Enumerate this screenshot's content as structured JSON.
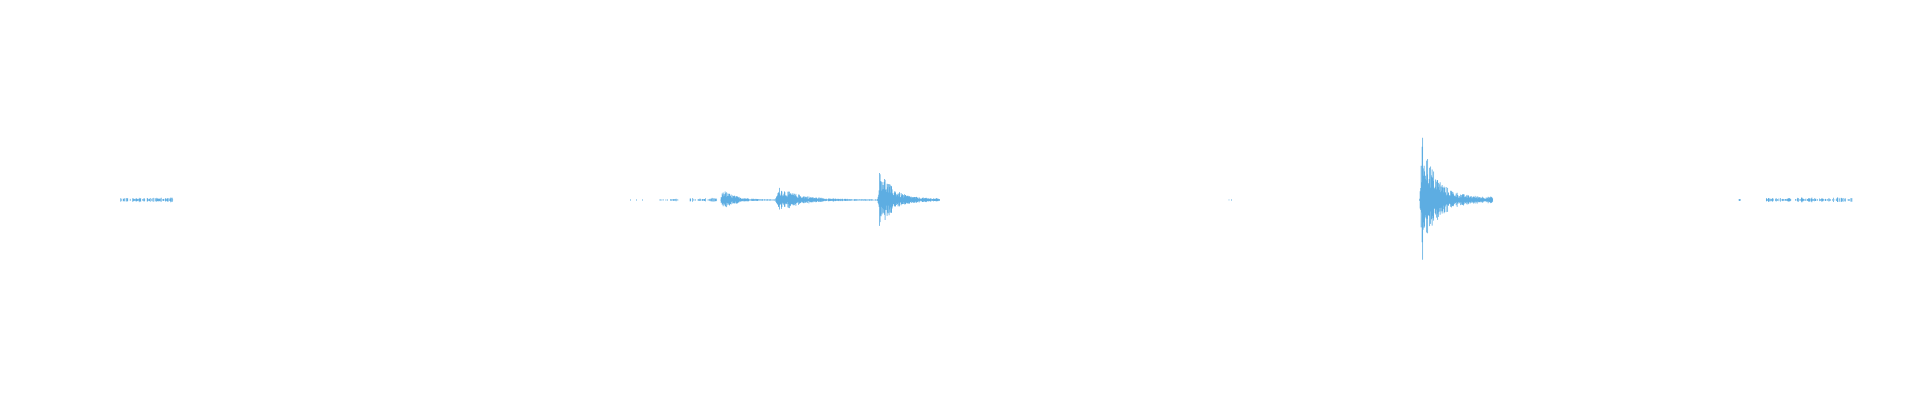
{
  "waveform": {
    "color": "#5dade2",
    "background": "#ffffff",
    "duration_fraction_start": 0.0,
    "duration_fraction_end": 1.0,
    "bursts": [
      {
        "start": 0.033,
        "end": 0.062,
        "peak": 0.02,
        "decay": 0.5,
        "sparse": true
      },
      {
        "start": 0.328,
        "end": 0.34,
        "peak": 0.01,
        "decay": 0.5,
        "sparse": true
      },
      {
        "start": 0.345,
        "end": 0.36,
        "peak": 0.015,
        "decay": 0.5,
        "sparse": true
      },
      {
        "start": 0.362,
        "end": 0.392,
        "peak": 0.08,
        "decay": 0.7,
        "sparse": false
      },
      {
        "start": 0.392,
        "end": 0.448,
        "peak": 0.1,
        "decay": 0.8,
        "sparse": false
      },
      {
        "start": 0.448,
        "end": 0.482,
        "peak": 0.26,
        "decay": 0.85,
        "sparse": false
      },
      {
        "start": 0.64,
        "end": 0.641,
        "peak": 0.01,
        "decay": 0.5,
        "sparse": true
      },
      {
        "start": 0.745,
        "end": 0.785,
        "peak": 0.5,
        "decay": 0.9,
        "sparse": false
      },
      {
        "start": 0.92,
        "end": 0.921,
        "peak": 0.01,
        "decay": 0.5,
        "sparse": true
      },
      {
        "start": 0.935,
        "end": 0.982,
        "peak": 0.02,
        "decay": 0.4,
        "sparse": true
      }
    ]
  }
}
